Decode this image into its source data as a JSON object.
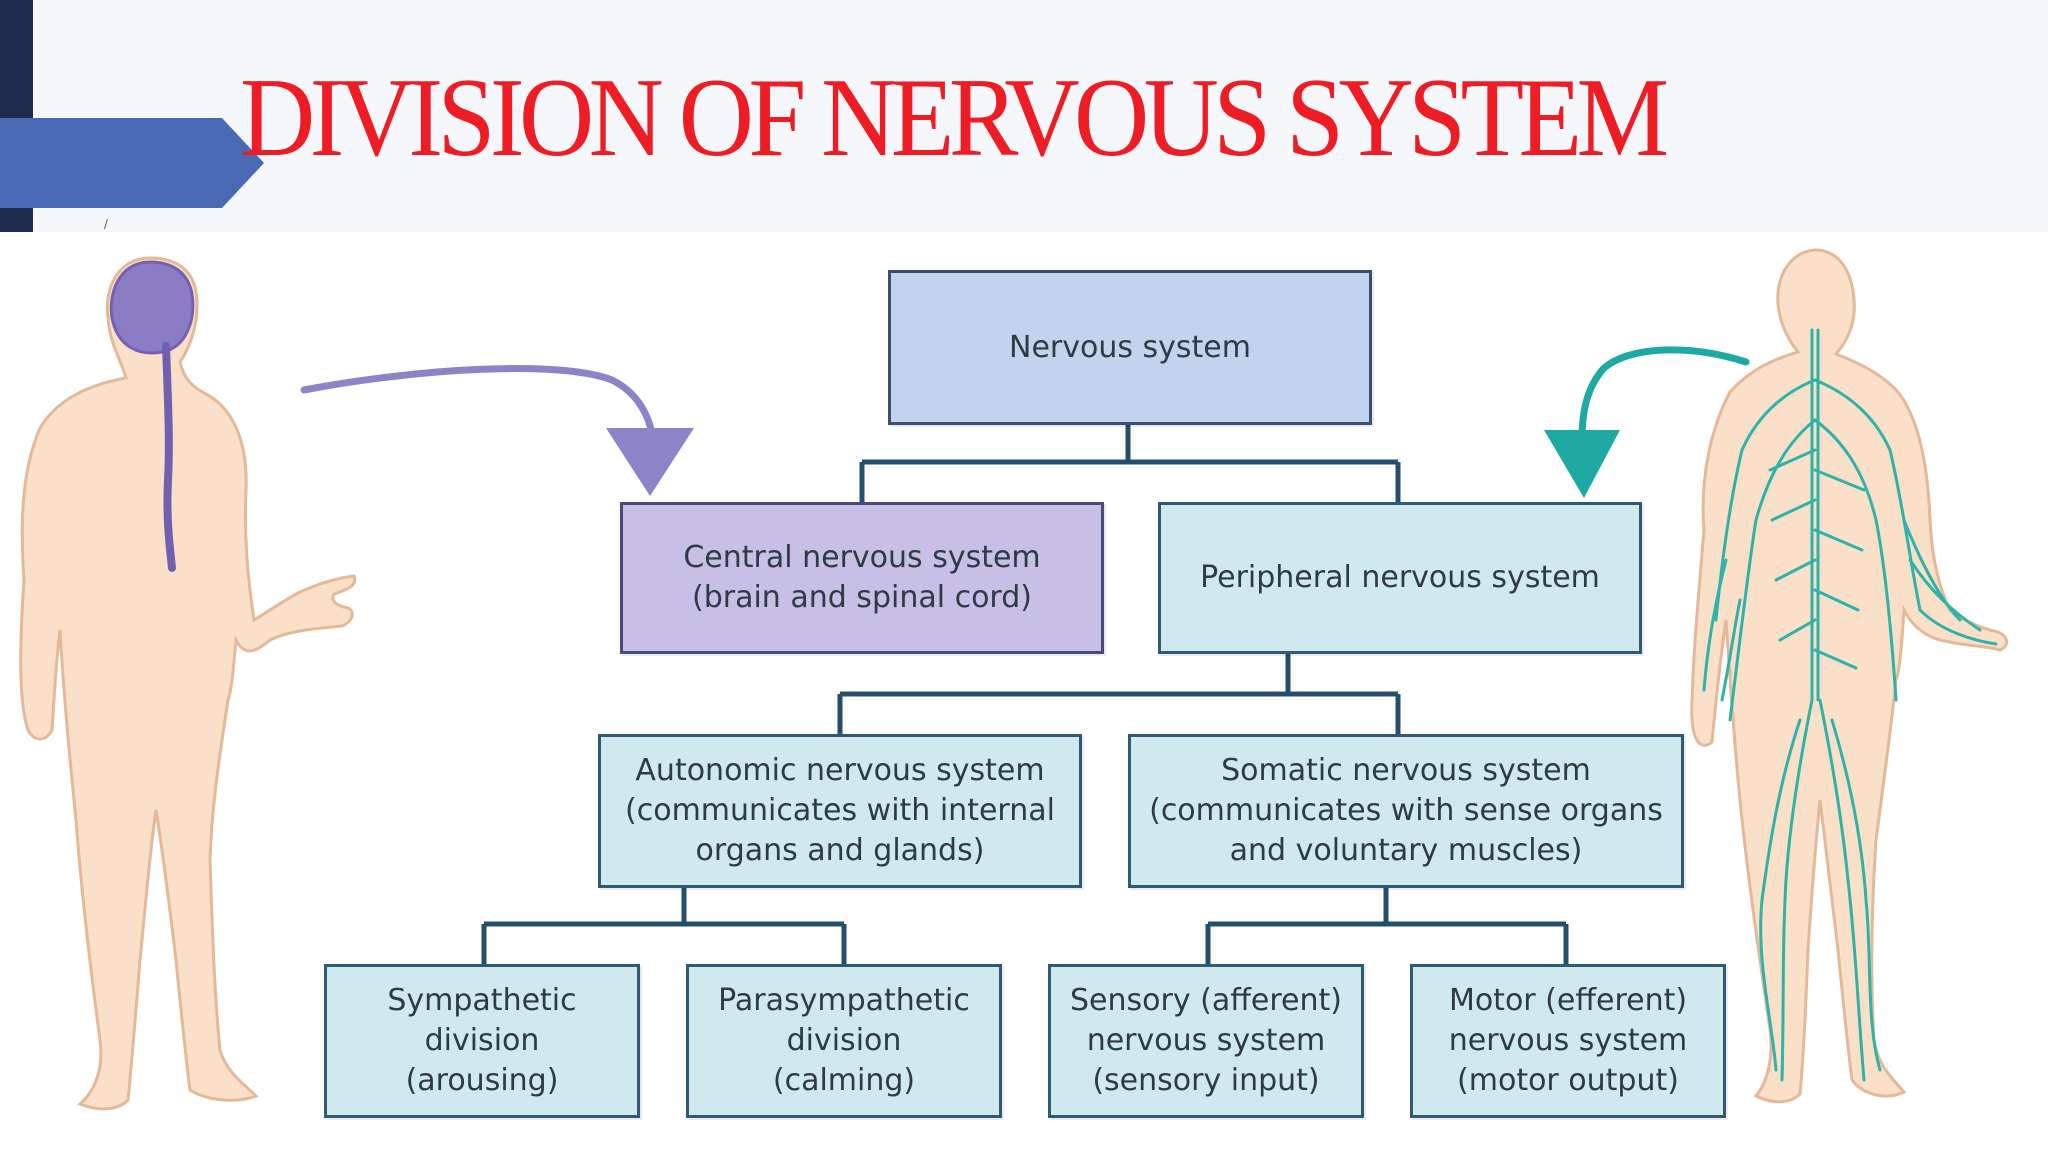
{
  "slide": {
    "title": "DIVISION OF NERVOUS SYSTEM",
    "page_mark": "/"
  },
  "colors": {
    "title": "#ee1c24",
    "left_bar": "#1e2b4c",
    "accent_arrow": "#4a69b4",
    "cns_arrow": "#8c84c9",
    "pns_arrow": "#1eaaa3",
    "connector": "#234f6d"
  },
  "diagram": {
    "root": {
      "label": "Nervous system"
    },
    "central": {
      "label": "Central nervous system\n(brain and spinal cord)"
    },
    "peripheral": {
      "label": "Peripheral nervous system"
    },
    "autonomic": {
      "label": "Autonomic nervous system\n(communicates with internal\norgans and glands)"
    },
    "somatic": {
      "label": "Somatic nervous system\n(communicates with sense organs\nand voluntary muscles)"
    },
    "sympathetic": {
      "label": "Sympathetic\ndivision\n(arousing)"
    },
    "parasympathetic": {
      "label": "Parasympathetic\ndivision\n(calming)"
    },
    "sensory": {
      "label": "Sensory (afferent)\nnervous system\n(sensory input)"
    },
    "motor": {
      "label": "Motor (efferent)\nnervous system\n(motor output)"
    }
  },
  "illustrations": {
    "left_figure": "human-body-cns-highlight",
    "right_figure": "human-body-peripheral-nerves"
  }
}
